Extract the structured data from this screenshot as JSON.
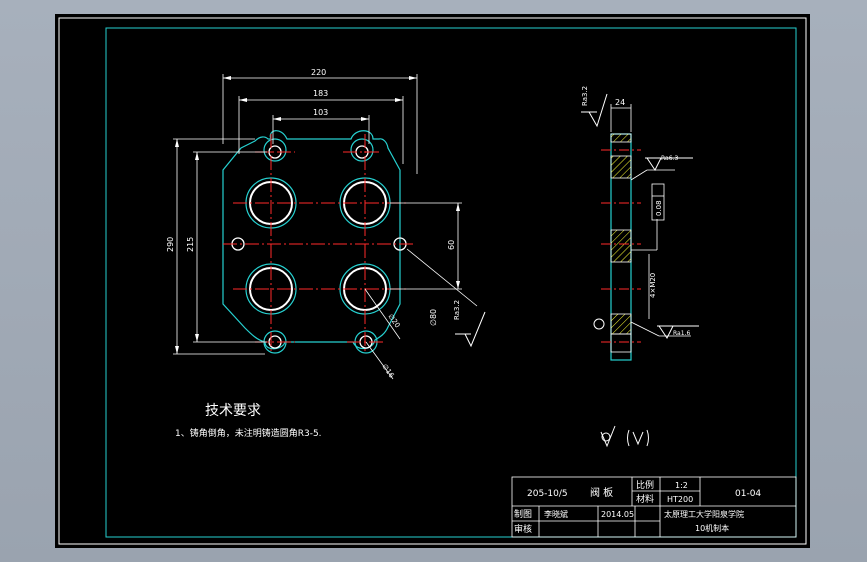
{
  "drawing": {
    "front_view": {
      "dim_overall_width": "220",
      "dim_middle_width": "183",
      "dim_inner_width": "103",
      "dim_overall_height": "290",
      "dim_inner_height": "215",
      "dim_hole_vertical": "60",
      "dim_hole_diameter": "∅80",
      "dim_small_hole": "∅16",
      "roughness_value": "Ra3.2",
      "roughness_value_2": "Ra3.2",
      "dim_rotated": "∅20"
    },
    "side_view": {
      "thickness": "24",
      "roughness_top": "Ra3.2",
      "roughness_right": "Ra6.3",
      "roughness_bottom": "Ra1.6",
      "flatness_tolerance": "0.08",
      "hole_callout": "4×M20"
    },
    "notes": {
      "heading": "技术要求",
      "item_1": "1、铸角倒角，未注明铸造圆角R3-5."
    },
    "title_block": {
      "drawing_number": "205-10/5",
      "part_name": "阀  板",
      "scale_label": "比例",
      "scale_value": "1:2",
      "material_label": "材料",
      "material_value": "HT200",
      "sheet_code": "01-04",
      "drawn_label": "制图",
      "reviewed_label": "审核",
      "drawer_name": "李晓斌",
      "date": "2014.05",
      "institution": "太原理工大学阳泉学院",
      "department": "10机制本"
    }
  }
}
